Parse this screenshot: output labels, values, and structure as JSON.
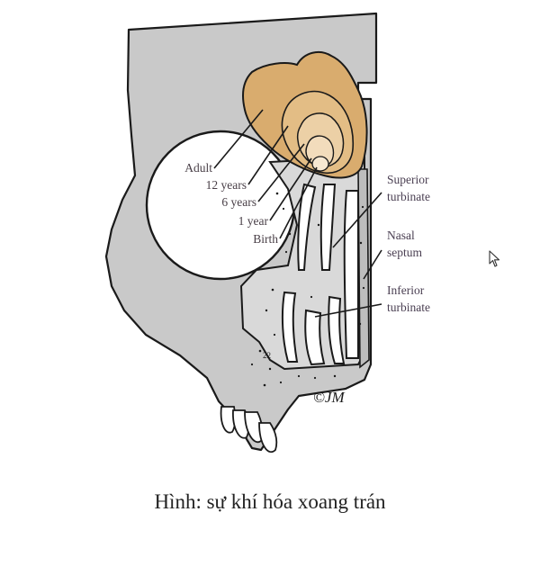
{
  "figure": {
    "growth_labels": [
      "Adult",
      "12 years",
      "6 years",
      "1 year",
      "Birth"
    ],
    "structure_labels": {
      "superior_turbinate": [
        "Superior",
        "turbinate"
      ],
      "nasal_septum": [
        "Nasal",
        "septum"
      ],
      "inferior_turbinate": [
        "Inferior",
        "turbinate"
      ]
    },
    "copyright_mark": "©JM",
    "tooth_mark": "22",
    "colors": {
      "bone": "#c9c9c9",
      "septum_fill": "#d9d9d9",
      "sinus_adult": "#d9ac6e",
      "sinus_inner": "#e8c89a",
      "sinus_core": "#f2dcbc",
      "outline": "#1a1a1a"
    }
  },
  "caption": "Hình: sự khí hóa xoang trán"
}
